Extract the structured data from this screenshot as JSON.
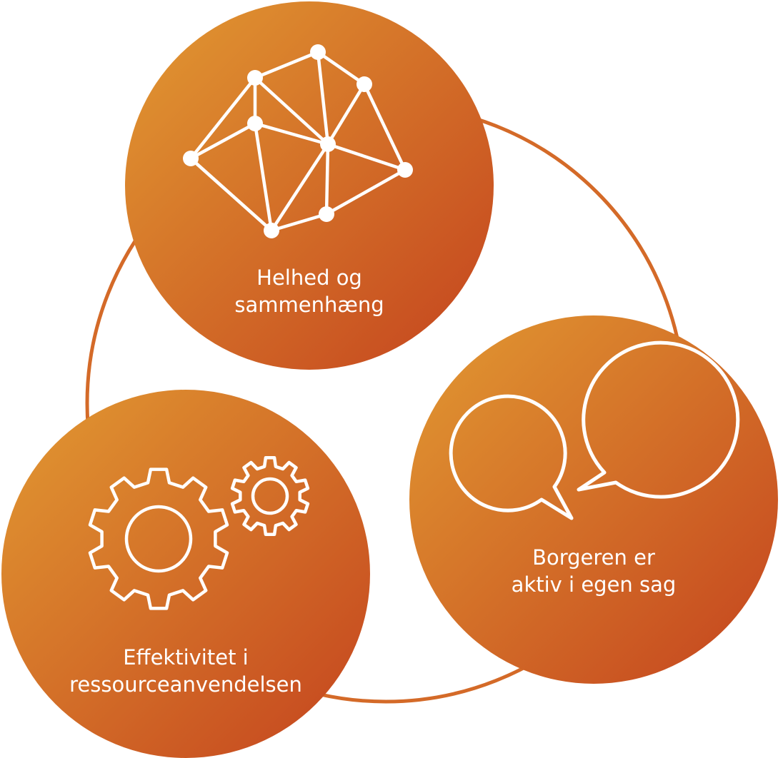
{
  "diagram": {
    "colors": {
      "gradient_start": "#e29a32",
      "gradient_end": "#c4431e",
      "ring": "#d46a28",
      "icon_stroke": "#ffffff",
      "text": "#ffffff"
    },
    "nodes": [
      {
        "icon": "network-icon",
        "lines": [
          "Helhed og",
          "sammenhæng"
        ]
      },
      {
        "icon": "speech-bubbles-icon",
        "lines": [
          "Borgeren er",
          "aktiv i egen sag"
        ]
      },
      {
        "icon": "gears-icon",
        "lines": [
          "Effektivitet i",
          "ressourceanvendelsen"
        ]
      }
    ]
  }
}
